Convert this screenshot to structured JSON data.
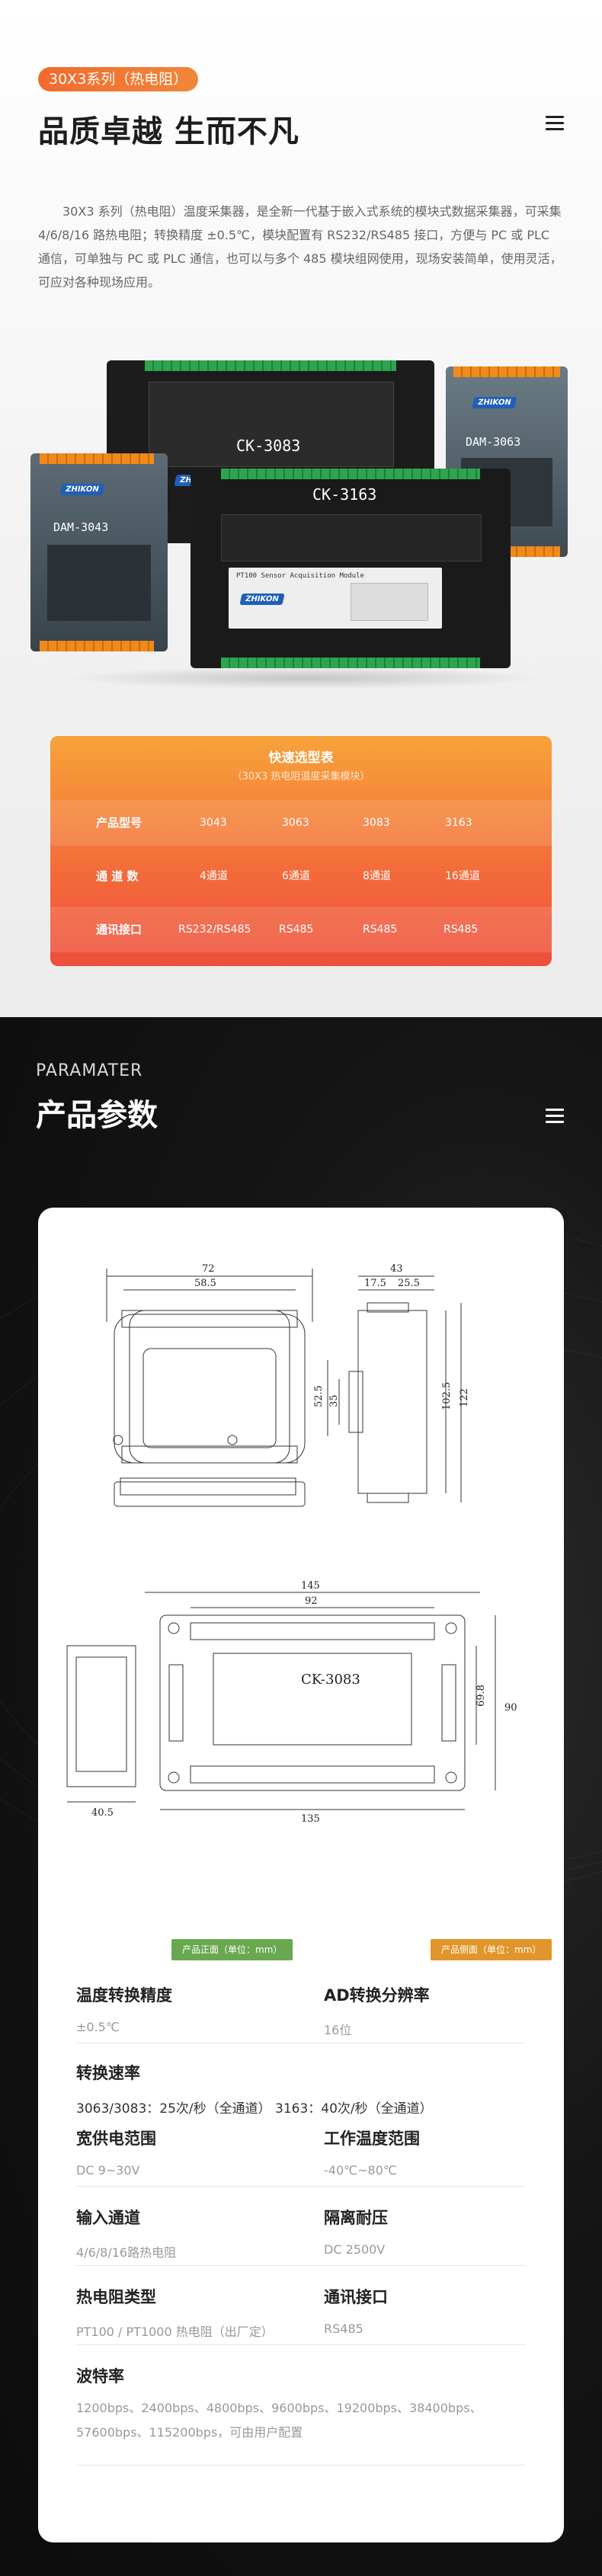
{
  "section1": {
    "tag": "30X3系列（热电阻）",
    "title": "品质卓越  生而不凡",
    "intro": "30X3 系列（热电阻）温度采集器，是全新一代基于嵌入式系统的模块式数据采集器，可采集 4/6/8/16 路热电阻；转换精度 ±0.5℃，模块配置有 RS232/RS485 接口，方便与 PC 或 PLC 通信，可单独与 PC 或 PLC 通信，也可以与多个 485 模块组网使用，现场安装简单，使用灵活，可应对各种现场应用。",
    "devices": {
      "ck3083_label": "CK-3083",
      "ck3163_label": "CK-3163",
      "dam3043_label": "DAM-3043",
      "dam3063_label": "DAM-3063",
      "brand": "ZHIKON",
      "module_caption": "PT100 Sensor Acquisition Module"
    },
    "selection_table": {
      "title": "快速选型表",
      "subtitle": "（30X3 热电阻温度采集模块）",
      "rows": [
        {
          "head": "产品型号",
          "cells": [
            "3043",
            "3063",
            "3083",
            "3163"
          ]
        },
        {
          "head": "通 道 数",
          "cells": [
            "4通道",
            "6通道",
            "8通道",
            "16通道"
          ]
        },
        {
          "head": "通讯接口",
          "cells": [
            "RS232/RS485",
            "RS485",
            "RS485",
            "RS485"
          ]
        }
      ]
    }
  },
  "section2": {
    "title_en": "PARAMATER",
    "title_cn": "产品参数",
    "drawing": {
      "front_dims": {
        "w1": "72",
        "w2": "58.5"
      },
      "side_dims": {
        "w1": "43",
        "w2": "17.5",
        "w3": "25.5",
        "h1": "102.5",
        "h2": "122",
        "h3": "52.5",
        "h4": "35"
      },
      "ck_dims": {
        "w1": "145",
        "w2": "92",
        "w3": "135",
        "h1": "90",
        "h2": "69.8",
        "side_w": "40.5"
      },
      "ck_label": "CK-3083",
      "front_label": "产品正面（单位：mm）",
      "side_label": "产品侧面（单位：mm）"
    },
    "specs": {
      "accuracy_k": "温度转换精度",
      "accuracy_v": "±0.5℃",
      "resolution_k": "AD转换分辨率",
      "resolution_v": "16位",
      "speed_k": "转换速率",
      "speed_v": "3063/3083：25次/秒（全通道）  3163：40次/秒（全通道）",
      "power_k": "宽供电范围",
      "power_v": "DC 9~30V",
      "temp_k": "工作温度范围",
      "temp_v": "-40℃~80℃",
      "input_k": "输入通道",
      "input_v": "4/6/8/16路热电阻",
      "isolation_k": "隔离耐压",
      "isolation_v": "DC  2500V",
      "rtd_k": "热电阻类型",
      "rtd_v": "PT100 / PT1000 热电阻（出厂定）",
      "comm_k": "通讯接口",
      "comm_v": "RS485",
      "baud_k": "波特率",
      "baud_v1": "1200bps、2400bps、4800bps、9600bps、19200bps、38400bps、",
      "baud_v2": "57600bps、115200bps，可由用户配置"
    }
  },
  "colors": {
    "accent_orange": "#f26a2e",
    "card_green": "#6aa84f",
    "card_orange": "#e0962a"
  }
}
